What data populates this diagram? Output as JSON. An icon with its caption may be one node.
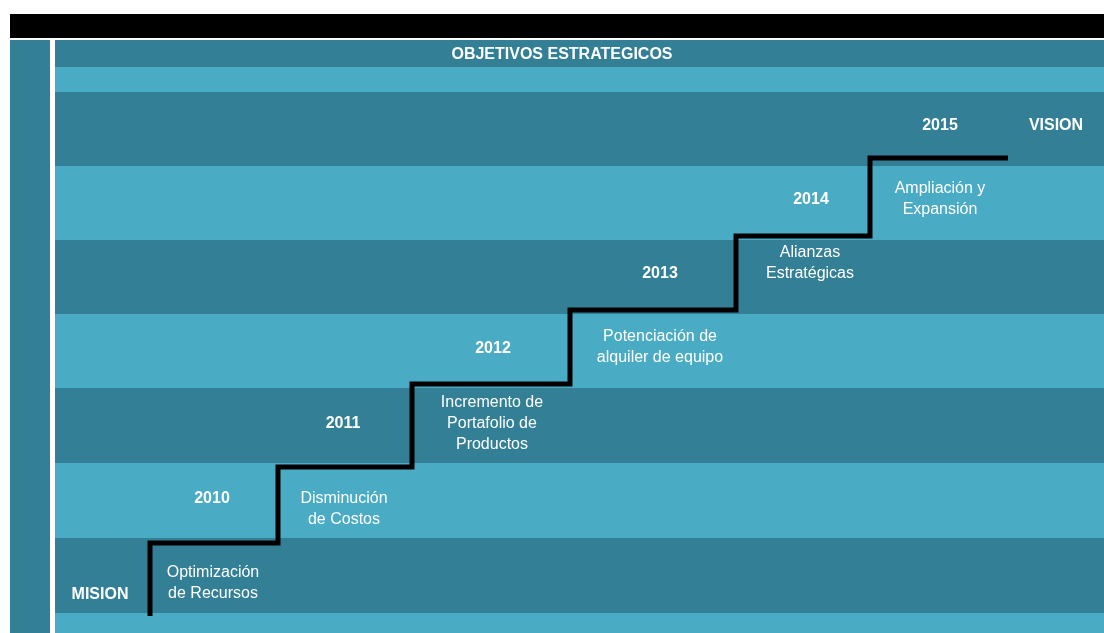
{
  "diagram": {
    "title": "OBJETIVOS ESTRATEGICOS",
    "labels": [
      "2015",
      "VISION",
      "Ampliación y Expansión",
      "2014",
      "Alianzas Estratégicas",
      "2013",
      "Potenciación de alquiler de equipo",
      "2012",
      "Incremento de Portafolio de Productos",
      "2011",
      "Disminución de Costos",
      "2010",
      "Optimización de Recursos",
      "MISION"
    ]
  }
}
